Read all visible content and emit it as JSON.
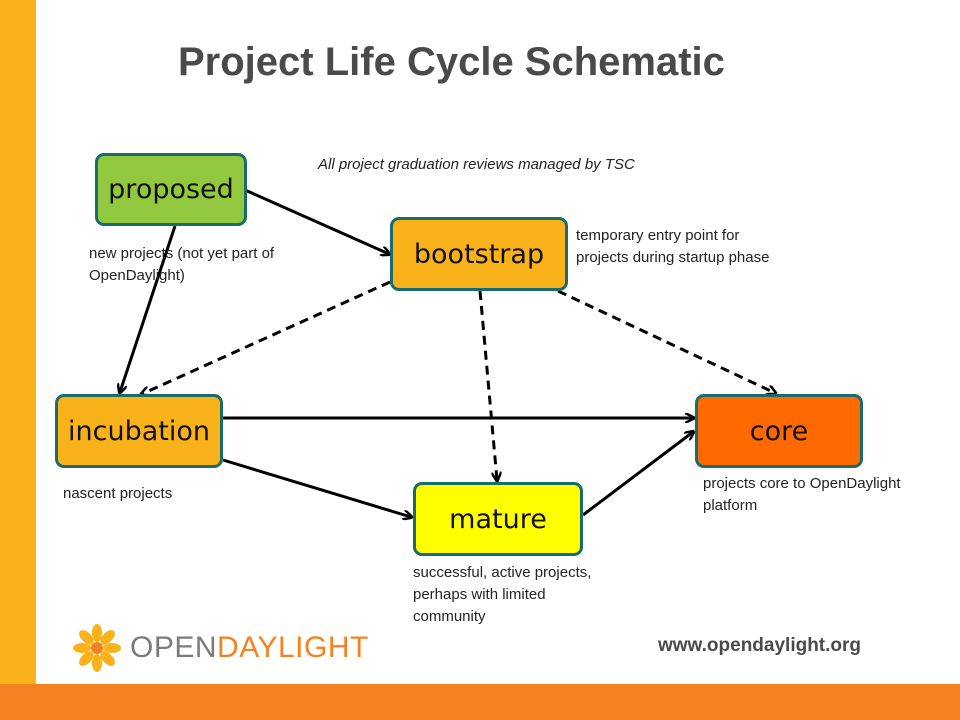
{
  "slide": {
    "title": "Project Life Cycle Schematic",
    "subtitle": "All project graduation reviews managed by TSC"
  },
  "nodes": {
    "proposed": {
      "label": "proposed",
      "note": "new projects (not yet part of OpenDaylight)",
      "color": "#92c83e"
    },
    "bootstrap": {
      "label": "bootstrap",
      "note": "temporary entry point for projects during startup phase",
      "color": "#f9b21a"
    },
    "incubation": {
      "label": "incubation",
      "note": "nascent projects",
      "color": "#f9b21a"
    },
    "core": {
      "label": "core",
      "note": "projects core to OpenDaylight platform",
      "color": "#ff6a00"
    },
    "mature": {
      "label": "mature",
      "note": "successful, active projects, perhaps with limited community",
      "color": "#ffff00"
    }
  },
  "edges": [
    {
      "from": "proposed",
      "to": "bootstrap",
      "style": "solid"
    },
    {
      "from": "proposed",
      "to": "incubation",
      "style": "solid"
    },
    {
      "from": "bootstrap",
      "to": "incubation",
      "style": "dashed"
    },
    {
      "from": "bootstrap",
      "to": "mature",
      "style": "dashed"
    },
    {
      "from": "bootstrap",
      "to": "core",
      "style": "dashed"
    },
    {
      "from": "incubation",
      "to": "core",
      "style": "solid"
    },
    {
      "from": "incubation",
      "to": "mature",
      "style": "solid"
    },
    {
      "from": "mature",
      "to": "core",
      "style": "solid"
    }
  ],
  "footer": {
    "logo_open": "OPEN",
    "logo_daylight": "DAYLIGHT",
    "url": "www.opendaylight.org"
  },
  "colors": {
    "accent_left": "#f9b21a",
    "accent_bottom": "#f58220",
    "node_border": "#1a6b6b"
  }
}
